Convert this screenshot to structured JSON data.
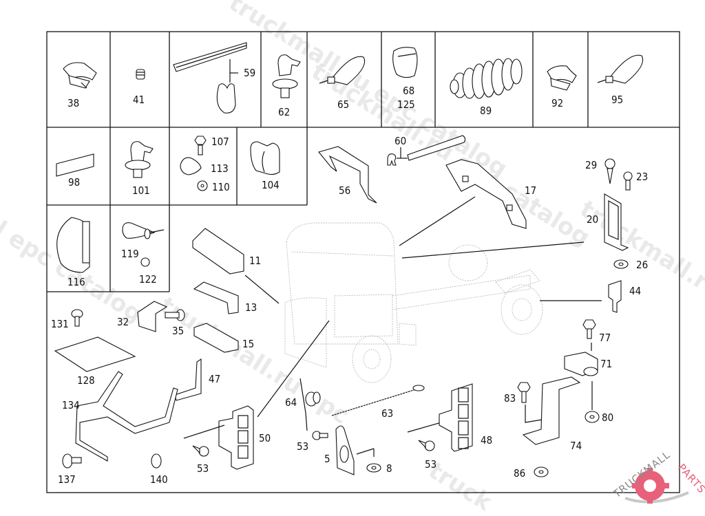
{
  "watermark": {
    "text_a": "truckmall.ru epc catalog",
    "text_b": "truckmall.ru epc catalog",
    "text_c": "l epc catalog",
    "text_d": "truckmall.ru epc",
    "text_e": "truckmall.ru e",
    "text_f": "truck"
  },
  "logo": {
    "brand_left": "TRUCKMALL",
    "brand_right": "PARTS",
    "colors": {
      "gear": "#e8607a",
      "text_gray": "#8a8a8a",
      "swoosh": "#c8c8c8"
    }
  },
  "cells": {
    "c38": "38",
    "c41": "41",
    "c59": "59",
    "c62": "62",
    "c65": "65",
    "c68": "68",
    "c125": "125",
    "c89": "89",
    "c92": "92",
    "c95": "95",
    "c98": "98",
    "c101": "101",
    "c107": "107",
    "c113": "113",
    "c110": "110",
    "c104": "104",
    "c116": "116",
    "c119": "119",
    "c122": "122"
  },
  "callouts": {
    "p56": "56",
    "p60": "60",
    "p17": "17",
    "p29": "29",
    "p23": "23",
    "p20": "20",
    "p26": "26",
    "p44": "44",
    "p11": "11",
    "p13": "13",
    "p15": "15",
    "p131": "131",
    "p32": "32",
    "p35": "35",
    "p128": "128",
    "p47": "47",
    "p134": "134",
    "p137": "137",
    "p140": "140",
    "p50": "50",
    "p53a": "53",
    "p64": "64",
    "p63": "63",
    "p53b": "53",
    "p5": "5",
    "p8": "8",
    "p53c": "53",
    "p48": "48",
    "p77": "77",
    "p71": "71",
    "p83": "83",
    "p80": "80",
    "p74": "74",
    "p86": "86"
  }
}
